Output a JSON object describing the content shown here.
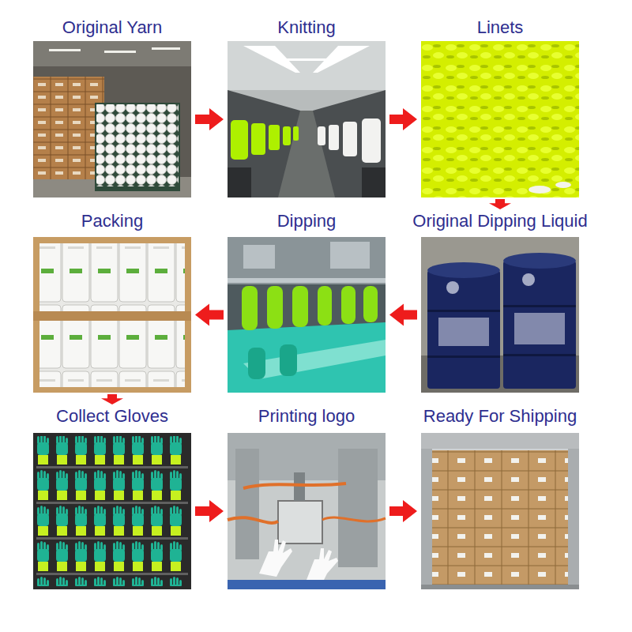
{
  "diagram": {
    "nodes": [
      {
        "text": [
          "Original Yarn"
        ]
      },
      {
        "text": [
          "Knitting"
        ]
      },
      {
        "text": [
          "Linets"
        ]
      },
      {
        "text": [
          "Packing"
        ]
      },
      {
        "text": [
          "Dipping"
        ]
      },
      {
        "text": [
          "Original Dipping Liquid"
        ]
      },
      {
        "text": [
          "Collect Gloves"
        ]
      },
      {
        "text": [
          "Printing logo"
        ]
      },
      {
        "text": [
          "Ready For Shipping"
        ]
      }
    ],
    "edges": [
      {
        "from": 0,
        "to": 1,
        "arrow": "to"
      },
      {
        "from": 1,
        "to": 2,
        "arrow": "to"
      },
      {
        "from": 2,
        "to": 5,
        "arrow": "to"
      },
      {
        "from": 5,
        "to": 4,
        "arrow": "to"
      },
      {
        "from": 4,
        "to": 3,
        "arrow": "to"
      },
      {
        "from": 3,
        "to": 6,
        "arrow": "to"
      },
      {
        "from": 6,
        "to": 7,
        "arrow": "to"
      },
      {
        "from": 7,
        "to": 8,
        "arrow": "to"
      }
    ]
  }
}
